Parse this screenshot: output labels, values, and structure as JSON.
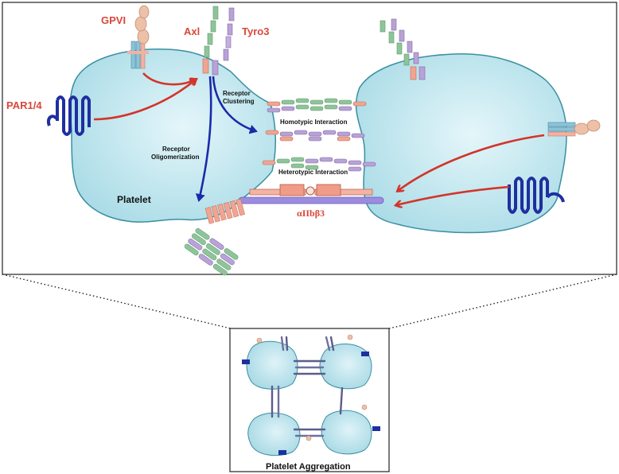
{
  "labels": {
    "gpvi": "GPVI",
    "axl": "Axl",
    "tyro3": "Tyro3",
    "par14": "PAR1/4",
    "receptor_clustering_1": "Receptor",
    "receptor_clustering_2": "Clustering",
    "receptor_oligomerization_1": "Receptor",
    "receptor_oligomerization_2": "Oligomerization",
    "homotypic": "Homotypic Interaction",
    "heterotypic": "Heterotypic Interaction",
    "platelet": "Platelet",
    "integrin": "αIIbβ3",
    "aggregation": "Platelet Aggregation"
  },
  "colors": {
    "cell_fill": "#bfe6ee",
    "cell_stroke": "#3a8fa0",
    "signal_arrow": "#d2352a",
    "cluster_arrow": "#1a2aa8",
    "par_receptor": "#1f2fa0",
    "integrin": "#9b8ce0",
    "label_red": "#d9473b"
  }
}
